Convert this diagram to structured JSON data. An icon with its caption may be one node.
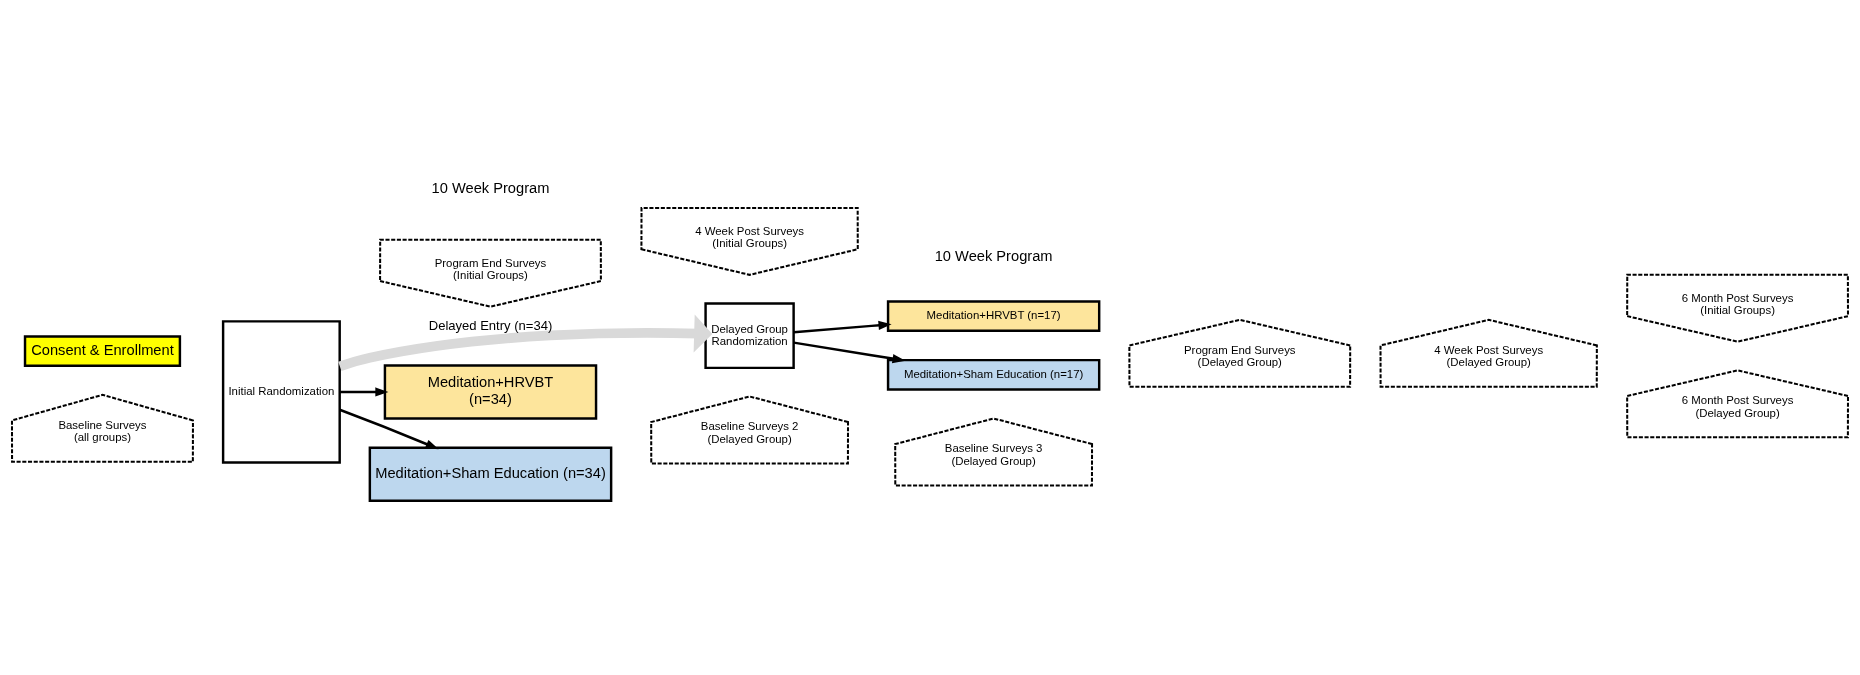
{
  "diagram": {
    "nodes": [
      {
        "text": [
          "Consent & Enrollment"
        ]
      },
      {
        "text": [
          "Initial Randomization"
        ]
      },
      {
        "text": [
          "Meditation+HRVBT",
          "(n=34)"
        ]
      },
      {
        "text": [
          "Meditation+Sham Education (n=34)"
        ]
      },
      {
        "text": [
          "Delayed Group",
          "Randomization"
        ]
      },
      {
        "text": [
          "Meditation+HRVBT (n=17)"
        ]
      },
      {
        "text": [
          "Meditation+Sham Education (n=17)"
        ]
      },
      {
        "text": [
          "Program End Surveys",
          "(Initial Groups)"
        ]
      },
      {
        "text": [
          "4 Week Post Surveys",
          "(Initial Groups)"
        ]
      },
      {
        "text": [
          "6 Month Post Surveys",
          "(Initial Groups)"
        ]
      },
      {
        "text": [
          "Baseline Surveys",
          "(all groups)"
        ]
      },
      {
        "text": [
          "Baseline Surveys 2",
          "(Delayed Group)"
        ]
      },
      {
        "text": [
          "Baseline Surveys 3",
          "(Delayed Group)"
        ]
      },
      {
        "text": [
          "Program End Surveys",
          "(Delayed Group)"
        ]
      },
      {
        "text": [
          "4 Week Post Surveys",
          "(Delayed Group)"
        ]
      },
      {
        "text": [
          "6 Month Post Surveys",
          "(Delayed Group)"
        ]
      }
    ],
    "edges": [
      {
        "from": 1,
        "to": 2,
        "arrow": "to"
      },
      {
        "from": 1,
        "to": 3,
        "arrow": "to"
      },
      {
        "from": 1,
        "to": 4,
        "arrow": "to",
        "label": "Delayed Entry (n=34)",
        "style": "thick",
        "color": "#d9d9d9"
      },
      {
        "from": 4,
        "to": 5,
        "arrow": "to"
      },
      {
        "from": 4,
        "to": 6,
        "arrow": "to"
      }
    ],
    "labels": [
      "10 Week Program",
      "10 Week Program"
    ]
  }
}
